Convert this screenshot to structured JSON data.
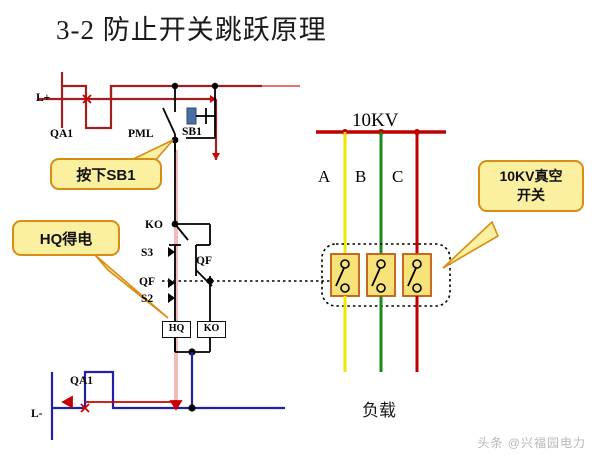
{
  "page": {
    "title": "3-2  防止开关跳跃原理",
    "watermark": "头条 @兴福园电力"
  },
  "control_circuit": {
    "supply_positive": "L+",
    "supply_negative": "L-",
    "breaker_top": "QA1",
    "breaker_bottom": "QA1",
    "pml": "PML",
    "push_button": "SB1",
    "relay_contact_ko": "KO",
    "aux_s3": "S3",
    "aux_qf_mid": "QF",
    "aux_s2": "S2",
    "branch_qf": "QF",
    "coil_hq": "HQ",
    "coil_ko": "KO"
  },
  "power_circuit": {
    "bus_label": "10KV",
    "phases": [
      "A",
      "B",
      "C"
    ],
    "phase_colors": [
      "#f2e500",
      "#1a8a1a",
      "#c00000"
    ],
    "bus_color": "#c00000",
    "load_label": "负载"
  },
  "callouts": [
    {
      "id": "press-sb1",
      "text": "按下SB1"
    },
    {
      "id": "hq-energized",
      "text": "HQ得电"
    },
    {
      "id": "vacuum-switch",
      "line1": "10KV真空",
      "line2": "开关"
    }
  ],
  "colors": {
    "energized_red": "#cc0000",
    "dark_red_wire": "#a02020",
    "highlight_pink": "#f4b3b3",
    "blue_wire": "#2020a8",
    "black_wire": "#000000",
    "callout_fill": "#faf0a0",
    "callout_border": "#d98c14",
    "contact_fill": "#f7e27a"
  }
}
